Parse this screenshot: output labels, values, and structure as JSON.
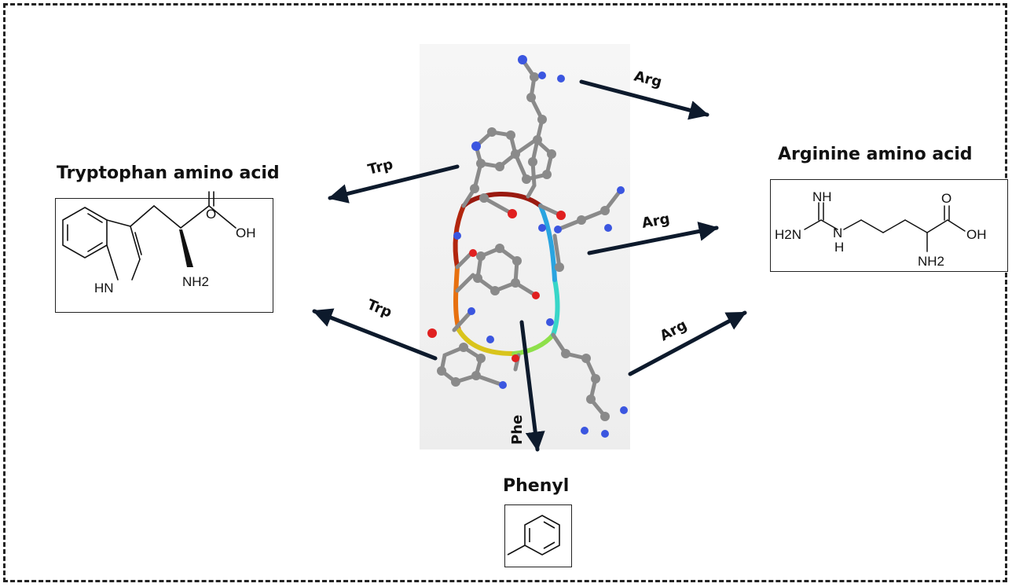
{
  "labels": {
    "tryptophan_title": "Tryptophan amino acid",
    "arginine_title": "Arginine amino acid",
    "phenyl_title": "Phenyl"
  },
  "arrows": {
    "arg_top": "Arg",
    "arg_mid": "Arg",
    "arg_low": "Arg",
    "trp_top": "Trp",
    "trp_low": "Trp",
    "phe": "Phe"
  },
  "tryptophan_structure": {
    "oxygen": "O",
    "hydroxyl": "OH",
    "amine": "NH2",
    "ring_nh": "HN"
  },
  "arginine_structure": {
    "imine": "NH",
    "amine_left": "H2N",
    "n_link": "N",
    "h_link": "H",
    "oxygen": "O",
    "hydroxyl": "OH",
    "alpha_amine": "NH2"
  },
  "colors": {
    "arrow": "#0d1a2c",
    "carbon": "#8a8a8a",
    "nitrogen": "#3b56e0",
    "oxygen": "#e02020"
  }
}
